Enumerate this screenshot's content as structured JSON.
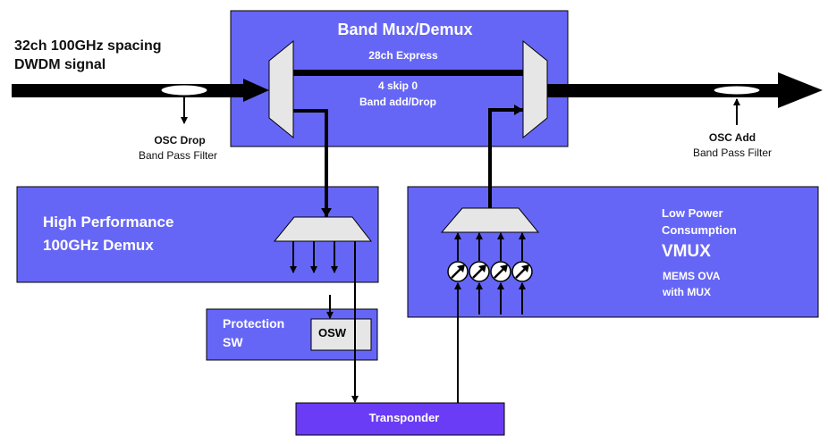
{
  "input": {
    "line1": "32ch 100GHz spacing",
    "line2": "DWDM signal"
  },
  "osc_drop": {
    "title": "OSC Drop",
    "subtitle": "Band Pass Filter"
  },
  "osc_add": {
    "title": "OSC Add",
    "subtitle": "Band Pass Filter"
  },
  "band_mux": {
    "title": "Band Mux/Demux",
    "express_label": "28ch Express",
    "add_drop_line1": "4 skip 0",
    "add_drop_line2": "Band add/Drop"
  },
  "demux_block": {
    "line1": "High Performance",
    "line2": "100GHz Demux"
  },
  "vmux_block": {
    "line1": "Low Power",
    "line2": "Consumption",
    "line3": "VMUX",
    "line4": "MEMS OVA",
    "line5": "with MUX"
  },
  "protection": {
    "line1": "Protection",
    "line2": "SW",
    "osw_label": "OSW"
  },
  "transponder": {
    "label": "Transponder"
  },
  "colors": {
    "block": "#6666f6",
    "transponder": "#6a3cf5",
    "component": "#e6e6e6",
    "line": "#000000",
    "block_text": "#ffffff"
  }
}
